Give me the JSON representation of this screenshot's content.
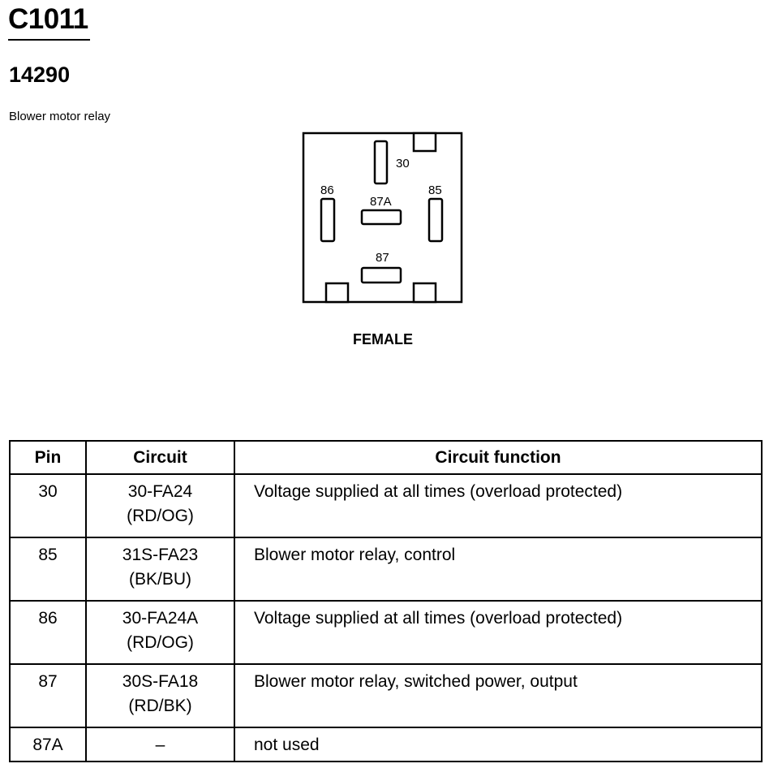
{
  "header": {
    "connector_id": "C1011",
    "part_number": "14290",
    "description": "Blower motor relay"
  },
  "diagram": {
    "pin_labels": {
      "p30": "30",
      "p86": "86",
      "p87a": "87A",
      "p85": "85",
      "p87": "87"
    },
    "gender": "FEMALE"
  },
  "table": {
    "headers": {
      "pin": "Pin",
      "circuit": "Circuit",
      "function": "Circuit function"
    },
    "rows": [
      {
        "pin": "30",
        "circuit": "30-FA24",
        "color": "(RD/OG)",
        "function": "Voltage supplied at all times (overload protected)"
      },
      {
        "pin": "85",
        "circuit": "31S-FA23",
        "color": "(BK/BU)",
        "function": "Blower motor relay, control"
      },
      {
        "pin": "86",
        "circuit": "30-FA24A",
        "color": "(RD/OG)",
        "function": "Voltage supplied at all times (overload protected)"
      },
      {
        "pin": "87",
        "circuit": "30S-FA18",
        "color": "(RD/BK)",
        "function": "Blower motor relay, switched power, output"
      },
      {
        "pin": "87A",
        "circuit": "–",
        "color": "",
        "function": "not used"
      }
    ]
  }
}
